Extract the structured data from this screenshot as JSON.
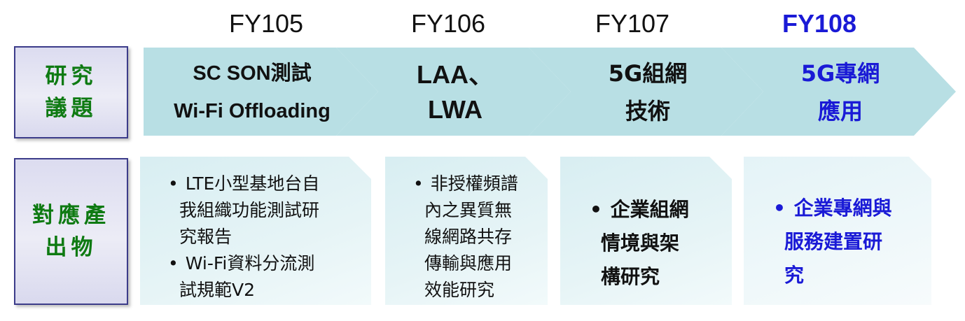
{
  "years": [
    "FY105",
    "FY106",
    "FY107",
    "FY108"
  ],
  "row_labels": {
    "research": [
      "研究",
      "議題"
    ],
    "output": [
      "對應產",
      "出物"
    ]
  },
  "topics": [
    {
      "lines": [
        "SC SON測試",
        "Wi-Fi Offloading"
      ]
    },
    {
      "lines": [
        "LAA、",
        "LWA"
      ]
    },
    {
      "lines": [
        "5G組網",
        "技術"
      ]
    },
    {
      "lines": [
        "5G專網",
        "應用"
      ]
    }
  ],
  "outputs": [
    {
      "bullets": [
        {
          "lines": [
            "LTE小型基地台自",
            "我組織功能測試研",
            "究報告"
          ]
        },
        {
          "lines": [
            "Wi-Fi資料分流測",
            "試規範V2"
          ]
        }
      ]
    },
    {
      "bullets": [
        {
          "lines": [
            "非授權頻譜",
            "內之異質無",
            "線網路共存",
            "傳輸與應用",
            "效能研究"
          ]
        }
      ]
    },
    {
      "bullets": [
        {
          "lines": [
            "企業組網",
            "情境與架",
            "構研究"
          ]
        }
      ]
    },
    {
      "bullets": [
        {
          "lines": [
            "企業專網與",
            "服務建置研",
            "究"
          ]
        }
      ]
    }
  ],
  "colors": {
    "arrow_fill": "#b8dfe4",
    "highlight": "#1a1ad6",
    "label_text": "#0e7a12",
    "label_border": "#3c3c8a"
  }
}
